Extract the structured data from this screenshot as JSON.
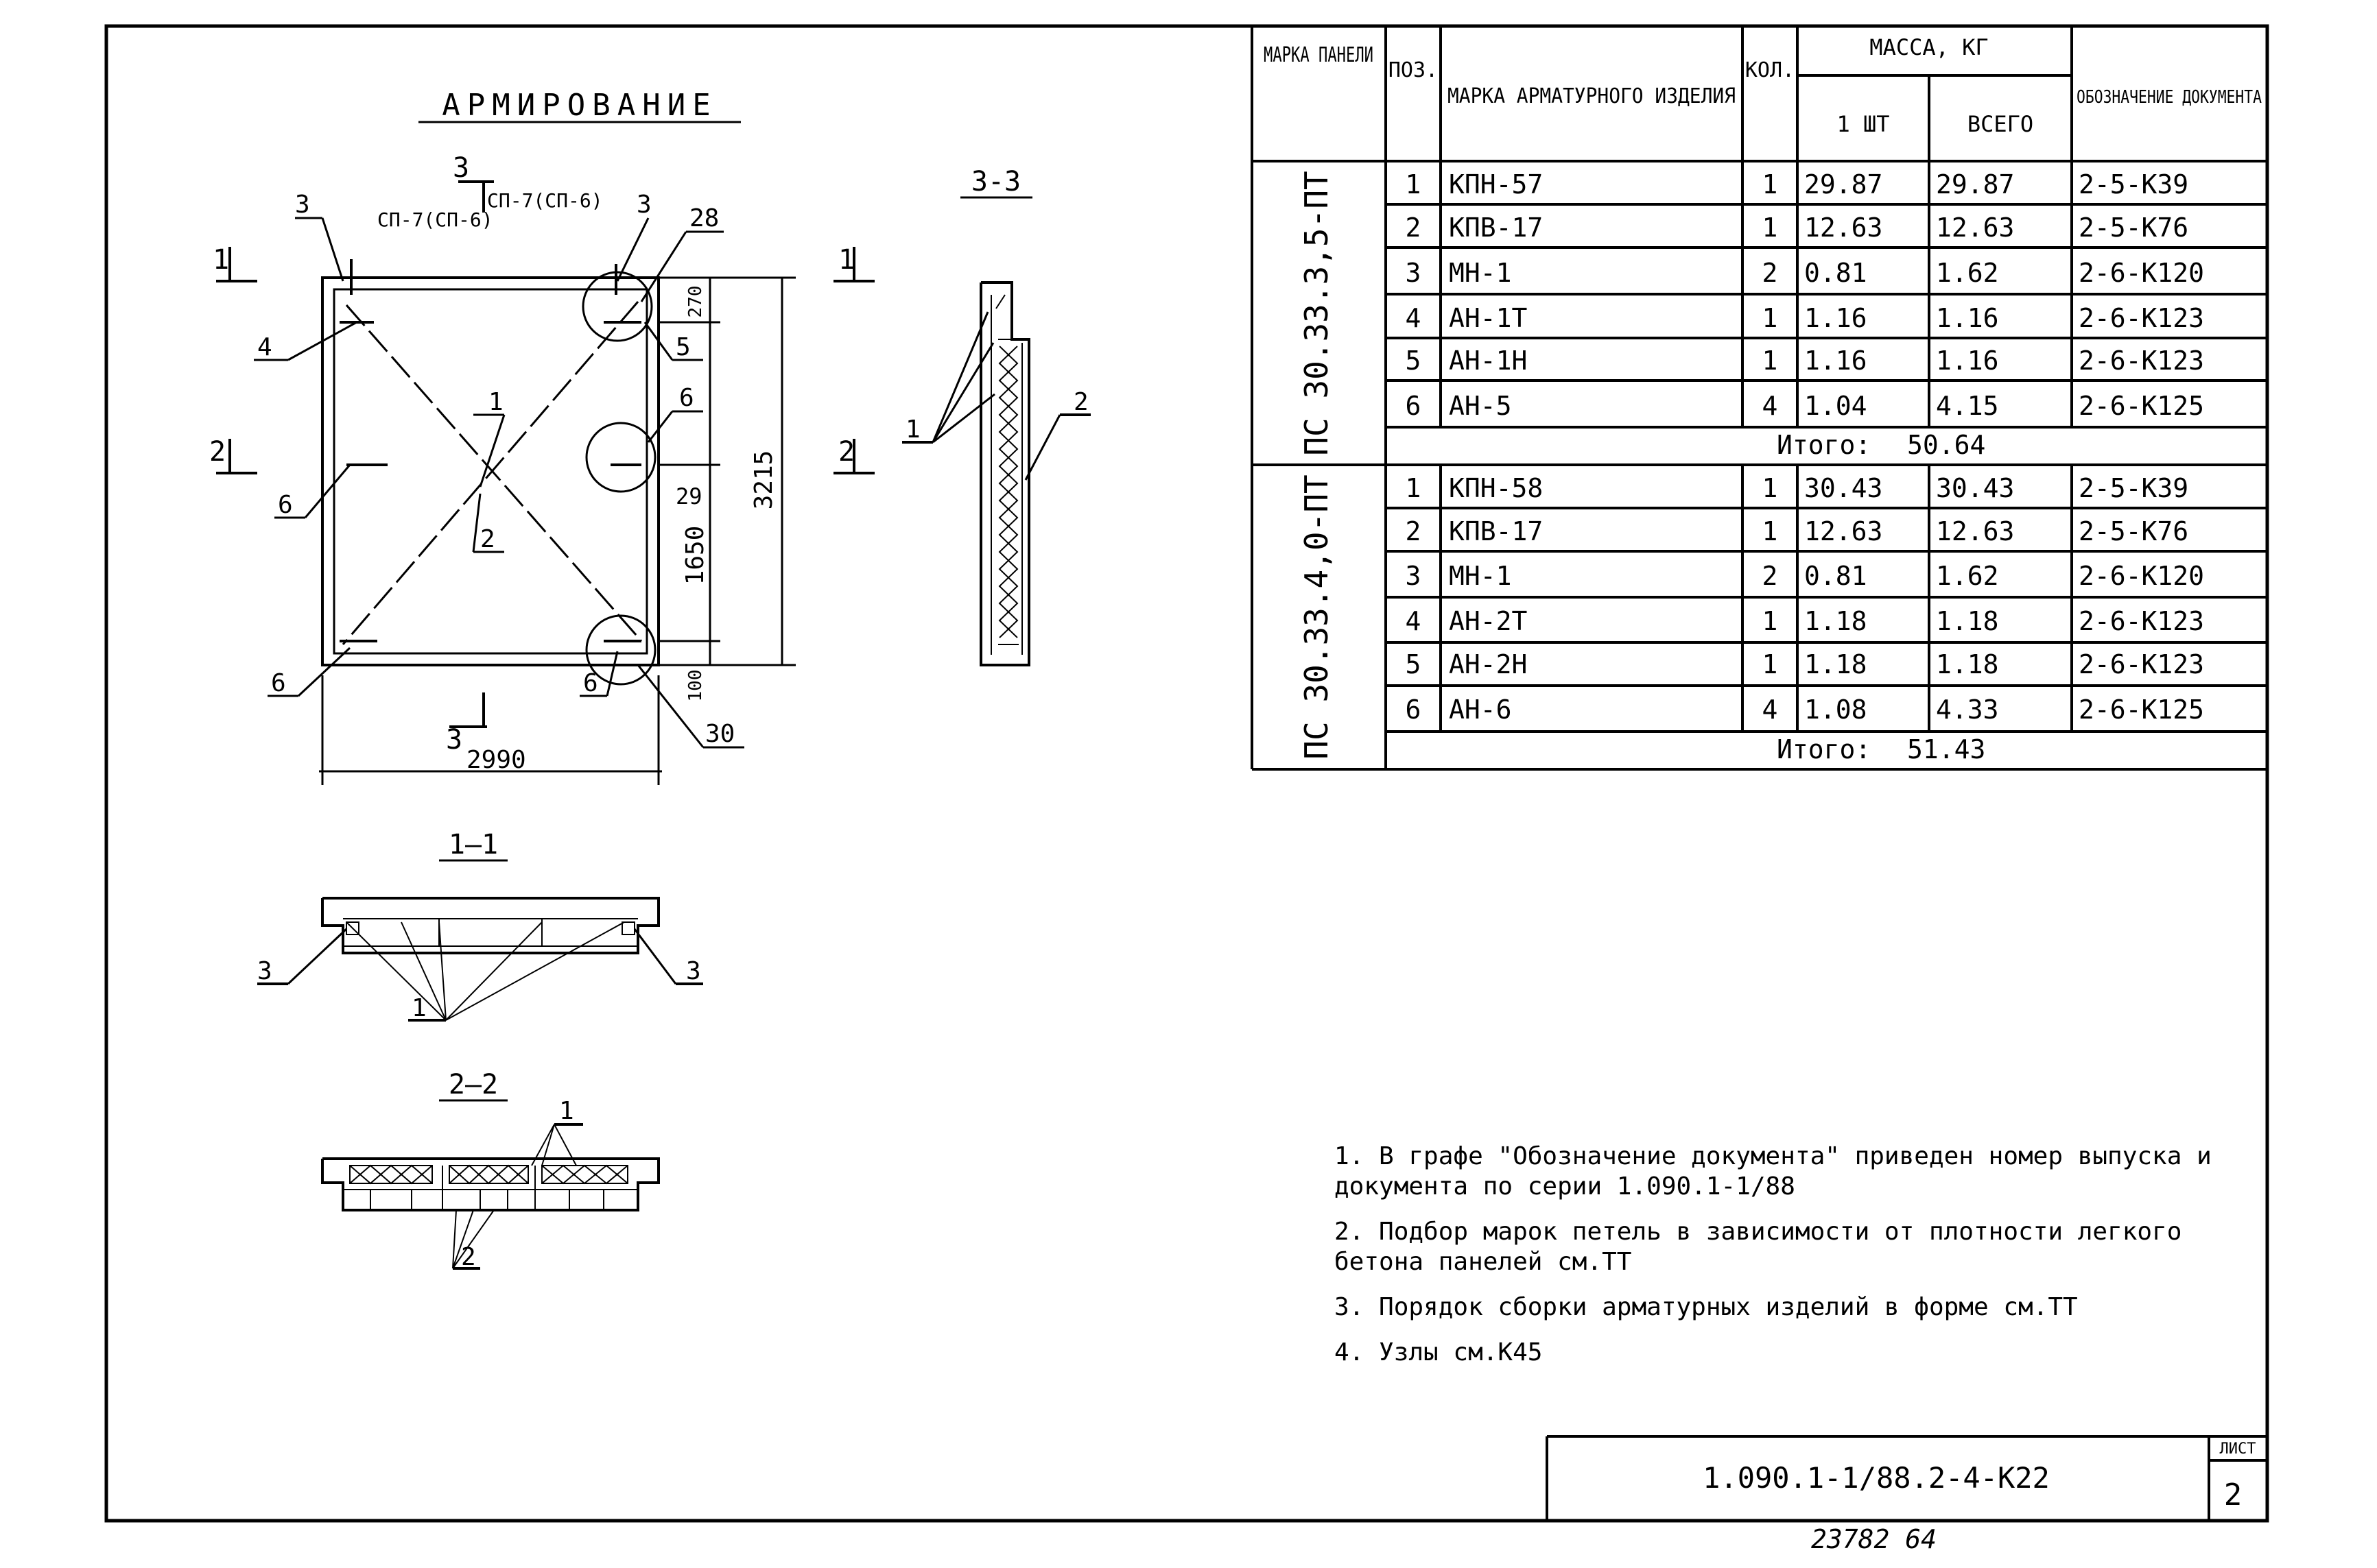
{
  "drawing": {
    "title": "АРМИРОВАНИЕ",
    "section_labels": {
      "s33": "3-3",
      "s11": "1—1",
      "s22": "2—2"
    },
    "section_marks": {
      "m1": "1",
      "m2": "2",
      "m3": "3"
    },
    "loop_labels": {
      "left": "СП-7(СП-6)",
      "right": "СП-7(СП-6)"
    },
    "callouts": [
      "3",
      "3",
      "28",
      "4",
      "5",
      "6",
      "6",
      "6",
      "1",
      "2",
      "30",
      "1",
      "2",
      "3",
      "3",
      "1",
      "1",
      "2"
    ],
    "dimensions": {
      "width": "2990",
      "height": "3215",
      "dim_top": "270",
      "dim_mid": "1650",
      "dim_29": "29",
      "dim_bottom": "100"
    }
  },
  "table": {
    "headers": {
      "panel_mark": "МАРКА ПАНЕЛИ",
      "pos": "ПОЗ.",
      "item_mark": "МАРКА АРМАТУРНОГО ИЗДЕЛИЯ",
      "qty": "КОЛ.",
      "mass": "МАССА, КГ",
      "mass_one": "1 ШТ",
      "mass_total": "ВСЕГО",
      "doc": "ОБОЗНАЧЕНИЕ ДОКУМЕНТА"
    },
    "groups": [
      {
        "panel": "ПС 30.33.3,5-ПТ",
        "rows": [
          {
            "pos": "1",
            "mark": "КПН-57",
            "qty": "1",
            "one": "29.87",
            "total": "29.87",
            "doc": "2-5-К39"
          },
          {
            "pos": "2",
            "mark": "КПВ-17",
            "qty": "1",
            "one": "12.63",
            "total": "12.63",
            "doc": "2-5-К76"
          },
          {
            "pos": "3",
            "mark": "МН-1",
            "qty": "2",
            "one": "0.81",
            "total": "1.62",
            "doc": "2-6-К120"
          },
          {
            "pos": "4",
            "mark": "АН-1Т",
            "qty": "1",
            "one": "1.16",
            "total": "1.16",
            "doc": "2-6-К123"
          },
          {
            "pos": "5",
            "mark": "АН-1Н",
            "qty": "1",
            "one": "1.16",
            "total": "1.16",
            "doc": "2-6-К123"
          },
          {
            "pos": "6",
            "mark": "АН-5",
            "qty": "4",
            "one": "1.04",
            "total": "4.15",
            "doc": "2-6-К125"
          }
        ],
        "total_label": "Итого:",
        "total_value": "50.64"
      },
      {
        "panel": "ПС 30.33.4,0-ПТ",
        "rows": [
          {
            "pos": "1",
            "mark": "КПН-58",
            "qty": "1",
            "one": "30.43",
            "total": "30.43",
            "doc": "2-5-К39"
          },
          {
            "pos": "2",
            "mark": "КПВ-17",
            "qty": "1",
            "one": "12.63",
            "total": "12.63",
            "doc": "2-5-К76"
          },
          {
            "pos": "3",
            "mark": "МН-1",
            "qty": "2",
            "one": "0.81",
            "total": "1.62",
            "doc": "2-6-К120"
          },
          {
            "pos": "4",
            "mark": "АН-2Т",
            "qty": "1",
            "one": "1.18",
            "total": "1.18",
            "doc": "2-6-К123"
          },
          {
            "pos": "5",
            "mark": "АН-2Н",
            "qty": "1",
            "one": "1.18",
            "total": "1.18",
            "doc": "2-6-К123"
          },
          {
            "pos": "6",
            "mark": "АН-6",
            "qty": "4",
            "one": "1.08",
            "total": "4.33",
            "doc": "2-6-К125"
          }
        ],
        "total_label": "Итого:",
        "total_value": "51.43"
      }
    ]
  },
  "notes": [
    "1. В графе \"Обозначение документа\" приведен номер выпуска и документа по серии 1.090.1-1/88",
    "2. Подбор марок петель в зависимости от плотности легкого бетона панелей см.ТТ",
    "3. Порядок сборки арматурных изделий в форме см.ТТ",
    "4. Узлы см.К45"
  ],
  "stamp": {
    "code": "1.090.1-1/88.2-4-К22",
    "sheet_label": "ЛИСТ",
    "sheet_number": "2"
  },
  "footer": {
    "archive_number": "23782 64"
  }
}
